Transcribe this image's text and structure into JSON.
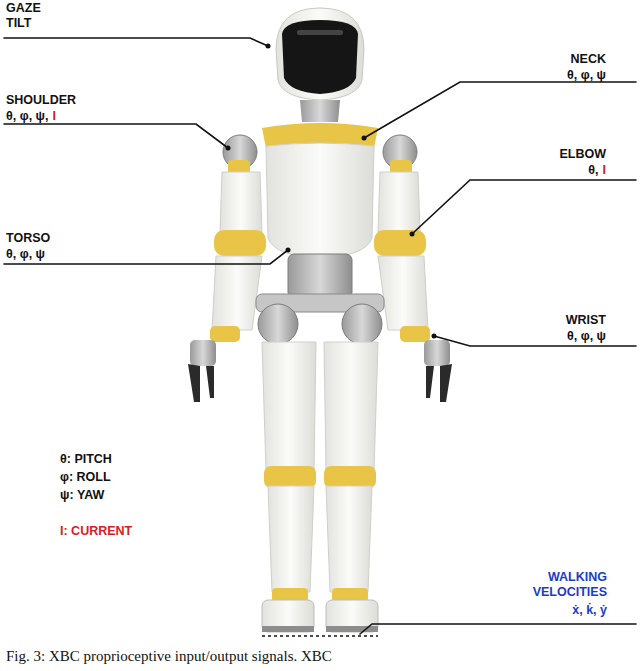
{
  "diagram": {
    "caption": "Fig. 3: XBC proprioceptive input/output signals. XBC",
    "labels": [
      "GAZE TILT",
      "NECK",
      "θ, φ, ψ",
      "SHOULDER",
      "θ, φ, ψ,",
      "I",
      "ELBOW",
      "θ,",
      "I",
      "TORSO",
      "θ, φ, ψ",
      "WRIST",
      "θ, φ, ψ",
      "θ: PITCH",
      "φ: ROLL",
      "ψ: YAW",
      "I: CURRENT",
      "WALKING VELOCITIES",
      "ẋ, k̇, ẏ"
    ]
  }
}
